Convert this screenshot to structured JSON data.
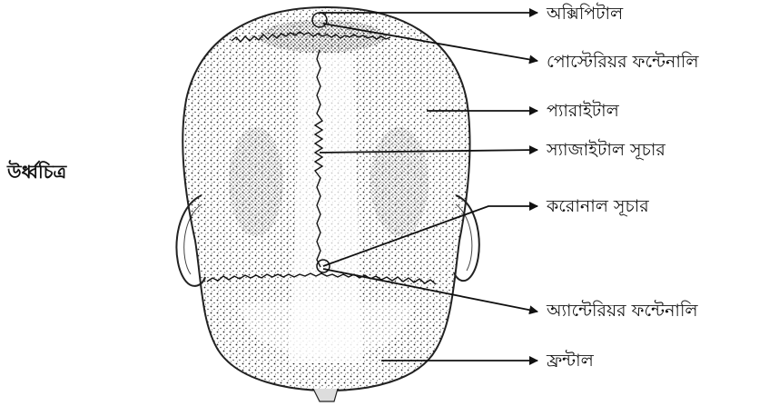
{
  "view_title": "উর্ধ্বচিত্র",
  "labels": [
    {
      "id": "occipital",
      "text": "অক্সিপিটাল"
    },
    {
      "id": "posterior-fontanelle",
      "text": "পোস্টেরিয়র ফন্টেনালি"
    },
    {
      "id": "parietal",
      "text": "প্যারাইটাল"
    },
    {
      "id": "sagittal-suture",
      "text": "স্যাজাইটাল সূচার"
    },
    {
      "id": "coronal-suture",
      "text": "করোনাল সূচার"
    },
    {
      "id": "anterior-fontanelle",
      "text": "অ্যান্টেরিয়র ফন্টেনালি"
    },
    {
      "id": "frontal",
      "text": "ফ্রন্টাল"
    }
  ]
}
